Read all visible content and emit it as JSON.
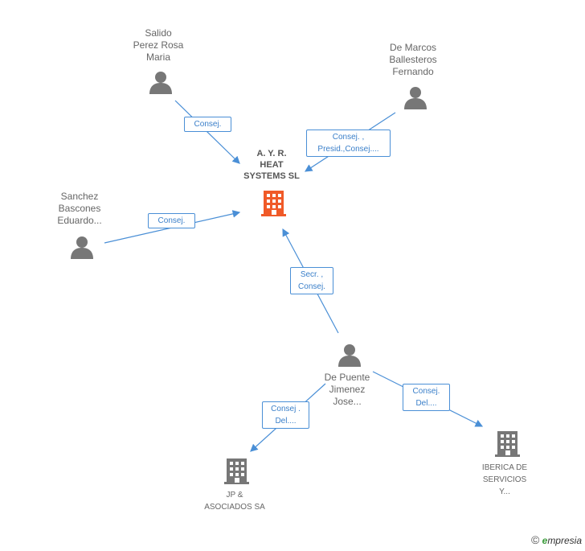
{
  "nodes": {
    "main": {
      "lines": [
        "A. Y. R.",
        "HEAT",
        "SYSTEMS SL"
      ],
      "color": "#f05a28"
    },
    "salido": {
      "lines": [
        "Salido",
        "Perez Rosa",
        "Maria"
      ]
    },
    "demarcos": {
      "lines": [
        "De Marcos",
        "Ballesteros",
        "Fernando"
      ]
    },
    "sanchez": {
      "lines": [
        "Sanchez",
        "Bascones",
        "Eduardo..."
      ]
    },
    "depuente": {
      "lines": [
        "De Puente",
        "Jimenez",
        "Jose..."
      ]
    },
    "jp": {
      "lines": [
        "JP &",
        "ASOCIADOS SA"
      ]
    },
    "iberica": {
      "lines": [
        "IBERICA DE",
        "SERVICIOS",
        "Y..."
      ]
    }
  },
  "edges": {
    "salido": [
      "Consej."
    ],
    "demarcos": [
      "Consej. ,",
      "Presid.,Consej...."
    ],
    "sanchez": [
      "Consej."
    ],
    "depuente_main": [
      "Secr. ,",
      "Consej."
    ],
    "depuente_jp": [
      "Consej .",
      "Del...."
    ],
    "depuente_iberica": [
      "Consej.",
      "Del...."
    ]
  },
  "colors": {
    "edge": "#4a8fd6",
    "person_icon": "#777777",
    "company_icon": "#777777"
  },
  "watermark": {
    "copyright": "©",
    "brand_initial": "e",
    "brand_rest": "mpresia"
  }
}
